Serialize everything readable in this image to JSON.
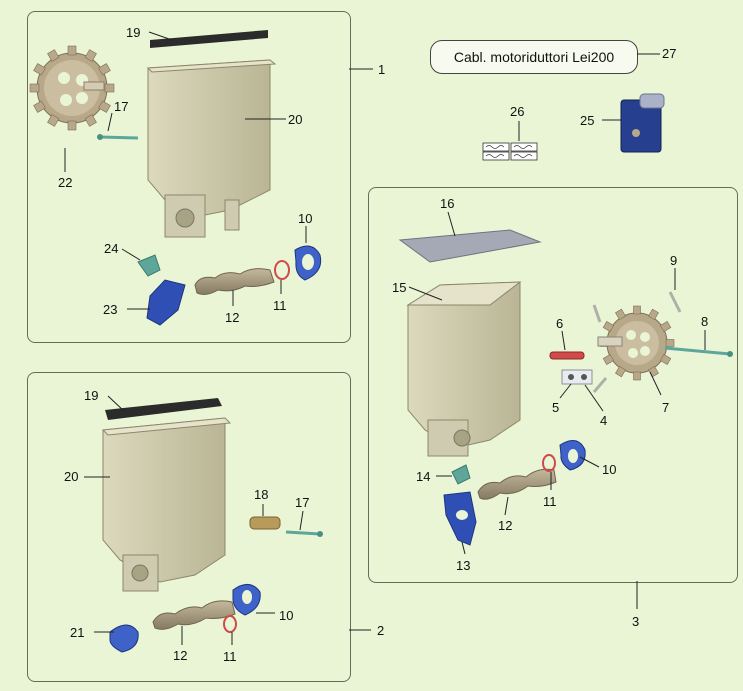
{
  "cable_label": "Cabl. motoriduttori Lei200",
  "callouts": {
    "c1": "1",
    "c2": "2",
    "c3": "3",
    "p4": "4",
    "p5": "5",
    "p6": "6",
    "p7": "7",
    "p8": "8",
    "p9": "9",
    "p10": "10",
    "p11": "11",
    "p12": "12",
    "p13": "13",
    "p14": "14",
    "p15": "15",
    "p16": "16",
    "p17": "17",
    "p18": "18",
    "p19": "19",
    "p20": "20",
    "p21": "21",
    "p22": "22",
    "p23": "23",
    "p24": "24",
    "p25": "25",
    "p26": "26",
    "p27": "27"
  },
  "colors": {
    "background": "#eaf5d6",
    "hopper": "#c9c6a8",
    "lid_dark": "#2b2b2b",
    "lid_grey": "#a5a9b5",
    "gear": "#b8a88a",
    "blue_part": "#2f4fb5",
    "teal_part": "#5fa69a",
    "auger": "#a6987c",
    "red_part": "#d04a4a",
    "motor": "#263f8e"
  },
  "icons": [
    "gear-icon",
    "hopper-icon",
    "auger-icon",
    "motor-icon",
    "pin-icon",
    "ring-icon",
    "bracket-icon",
    "connector-icon"
  ]
}
